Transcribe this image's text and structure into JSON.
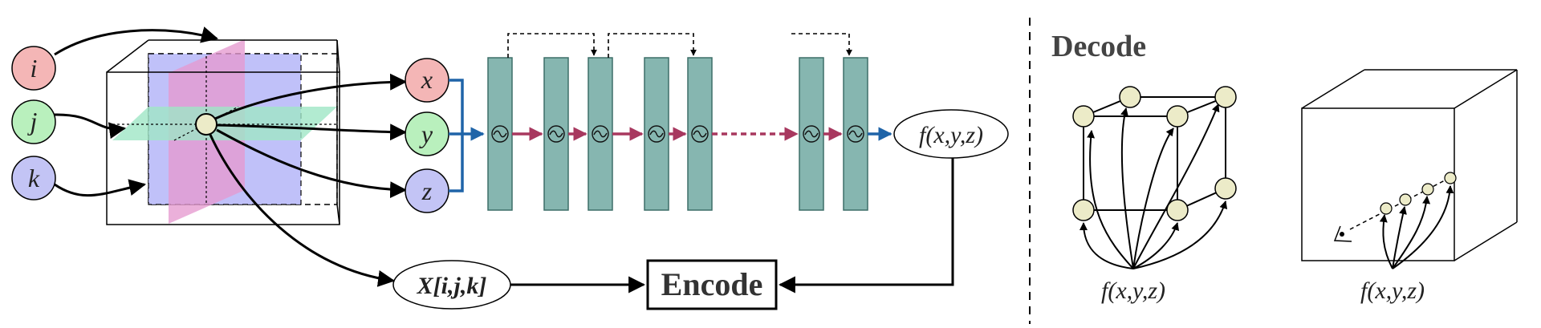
{
  "inputs": {
    "i": "i",
    "j": "j",
    "k": "k"
  },
  "coords": {
    "x": "x",
    "y": "y",
    "z": "z"
  },
  "function_label": "f(x,y,z)",
  "voxel_label": "X[i,j,k]",
  "encode_label": "Encode",
  "decode_title": "Decode",
  "decode_fn_label_1": "f(x,y,z)",
  "decode_fn_label_2": "f(x,y,z)",
  "activation_symbol": "~",
  "colors": {
    "i_fill": "#f4b6b6",
    "j_fill": "#b9f0bd",
    "k_fill": "#c3c4f5",
    "layer_fill": "#86b6b0",
    "layer_stroke": "#3d6e68",
    "blue_arrow": "#1f64a8",
    "red_arrow": "#a8385f",
    "node_fill": "#ecebc8",
    "plane_blue": "#b5b6f8",
    "plane_pink": "#e59ad0",
    "plane_green": "#9fe6c6"
  }
}
